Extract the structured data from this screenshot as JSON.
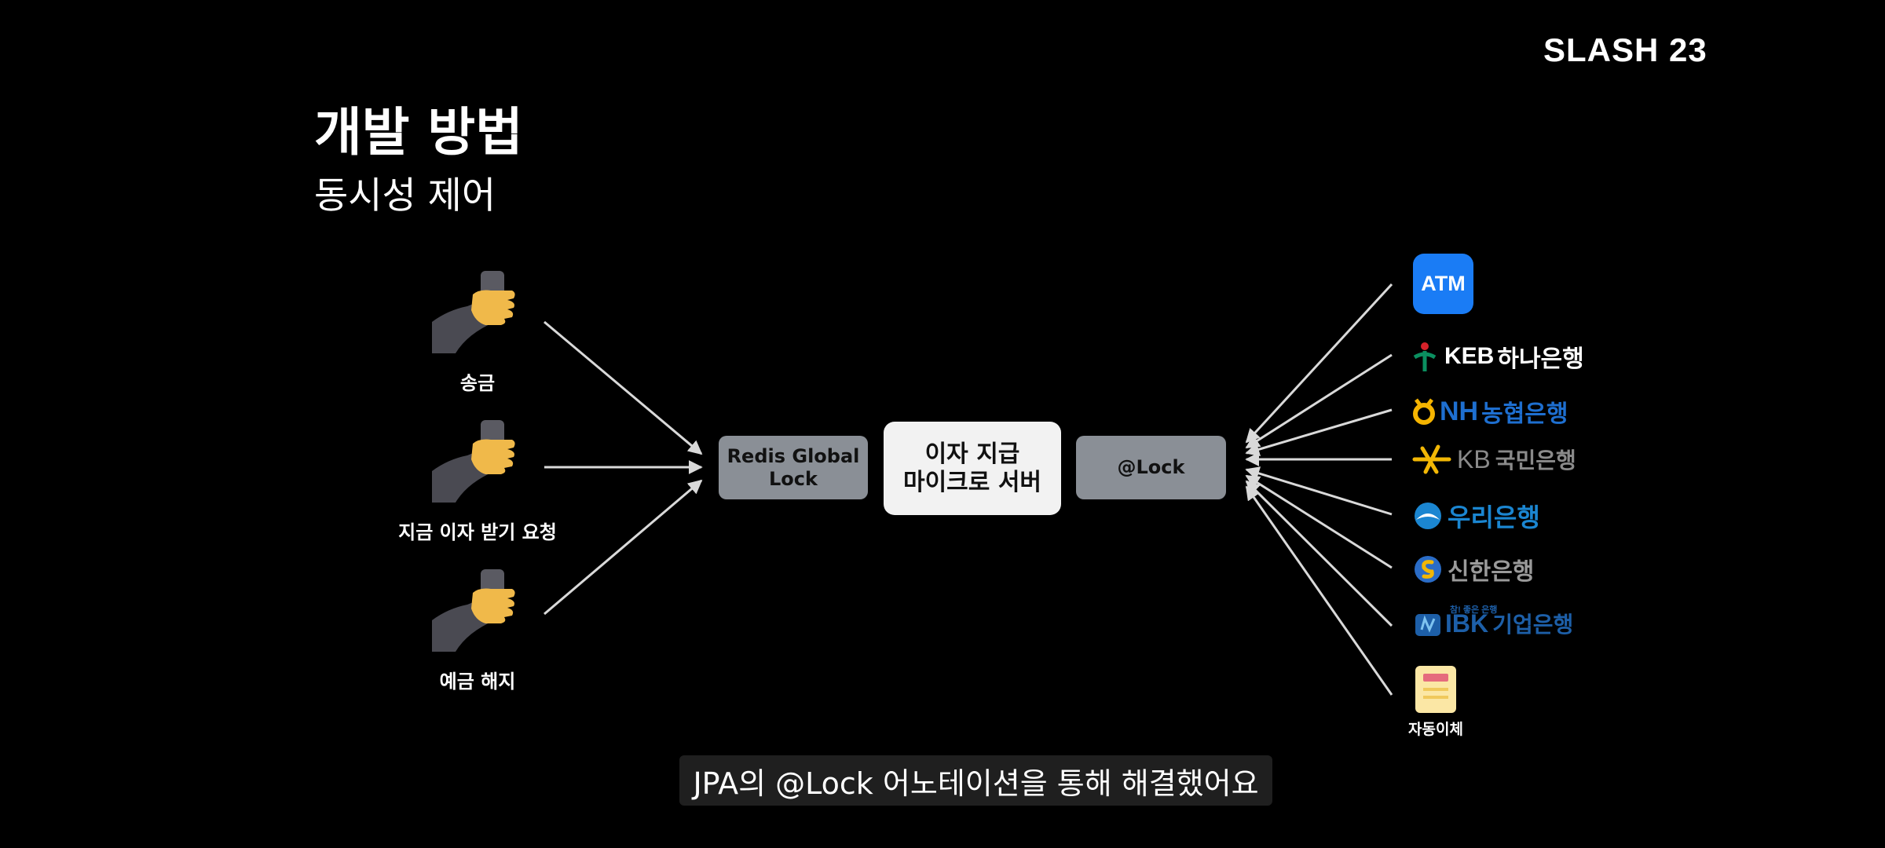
{
  "brand": "SLASH 23",
  "title": "개발 방법",
  "subtitle": "동시성 제어",
  "clients": [
    {
      "label": "송금"
    },
    {
      "label": "지금 이자 받기 요청"
    },
    {
      "label": "예금 해지"
    }
  ],
  "boxes": {
    "redis_line1": "Redis Global",
    "redis_line2": "Lock",
    "server_line1": "이자 지급",
    "server_line2": "마이크로 서버",
    "lock": "@Lock"
  },
  "banks": {
    "atm": "ATM",
    "keb_mark": "KEB",
    "keb_name": "하나은행",
    "nh_mark": "NH",
    "nh_name": "농협은행",
    "kb_mark": "KB",
    "kb_name": "국민은행",
    "woori_name": "우리은행",
    "shinhan_name": "신한은행",
    "ibk_mark": "IBK",
    "ibk_name": "기업은행",
    "ibk_tagline": "참! 좋은 은행",
    "auto_transfer": "자동이체"
  },
  "caption": "JPA의 @Lock 어노테이션을 통해 해결했어요",
  "colors": {
    "background": "#000000",
    "box_gray": "#8a8f96",
    "box_white": "#f2f2f2",
    "atm_blue": "#1a7cf5",
    "keb_green": "#0b8f60",
    "nh_blue": "#1e6fd0",
    "nh_yellow": "#f5b400",
    "kb_yellow": "#f2b705",
    "kb_gray": "#8a8a8a",
    "woori_blue": "#1b86d1",
    "shinhan_blue": "#2a6cc7",
    "shinhan_gray": "#9a9a9a",
    "ibk_blue": "#1d5fa8",
    "arrow": "#d9d9d9"
  }
}
